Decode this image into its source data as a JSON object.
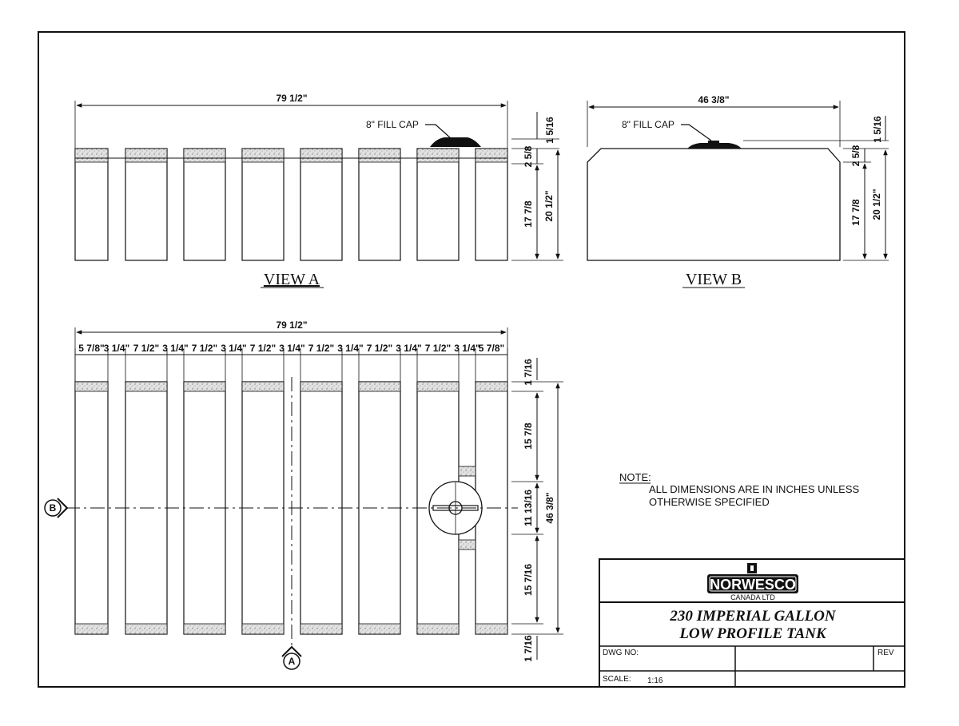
{
  "views": {
    "view_a_label": "VIEW A",
    "view_b_label": "VIEW B"
  },
  "dimensions": {
    "overall_length": "79 1/2\"",
    "overall_width": "46 3/8\"",
    "overall_width_vertical": "46 3/8\"",
    "fill_cap_label_a": "8\" FILL CAP",
    "fill_cap_label_b": "8\" FILL CAP",
    "cap_height_a": "1 5/16",
    "cap_height_b": "1 5/16",
    "rib_height_a": "2 5/8",
    "rib_height_b": "2 5/8",
    "body_height_a": "17 7/8",
    "body_height_b": "17 7/8",
    "total_height_a": "20 1/2\"",
    "total_height_b": "20 1/2\"",
    "plan_top_margin": "1 7/16",
    "plan_upper_section": "15 7/8",
    "plan_cap_section": "11 13/16",
    "plan_lower_section": "15 7/16",
    "plan_bottom_margin": "1 7/16",
    "segments": [
      "5 7/8\"",
      "3 1/4\"",
      "7 1/2\"",
      "3 1/4\"",
      "7 1/2\"",
      "3 1/4\"",
      "7 1/2\"",
      "3 1/4\"",
      "7 1/2\"",
      "3 1/4\"",
      "7 1/2\"",
      "3 1/4\"",
      "7 1/2\"",
      "3 1/4\"",
      "5 7/8\""
    ]
  },
  "section_markers": {
    "b": "B",
    "a": "A"
  },
  "note": {
    "heading": "NOTE:",
    "line1": "ALL DIMENSIONS ARE IN INCHES UNLESS",
    "line2": "OTHERWISE SPECIFIED"
  },
  "title_block": {
    "company": "NORWESCO",
    "company_sub": "CANADA LTD",
    "title_line1": "230 IMPERIAL GALLON",
    "title_line2": "LOW PROFILE TANK",
    "dwg_no_label": "DWG NO:",
    "dwg_no_value": "",
    "rev_label": "REV",
    "scale_label": "SCALE:",
    "scale_value": "1:16"
  }
}
